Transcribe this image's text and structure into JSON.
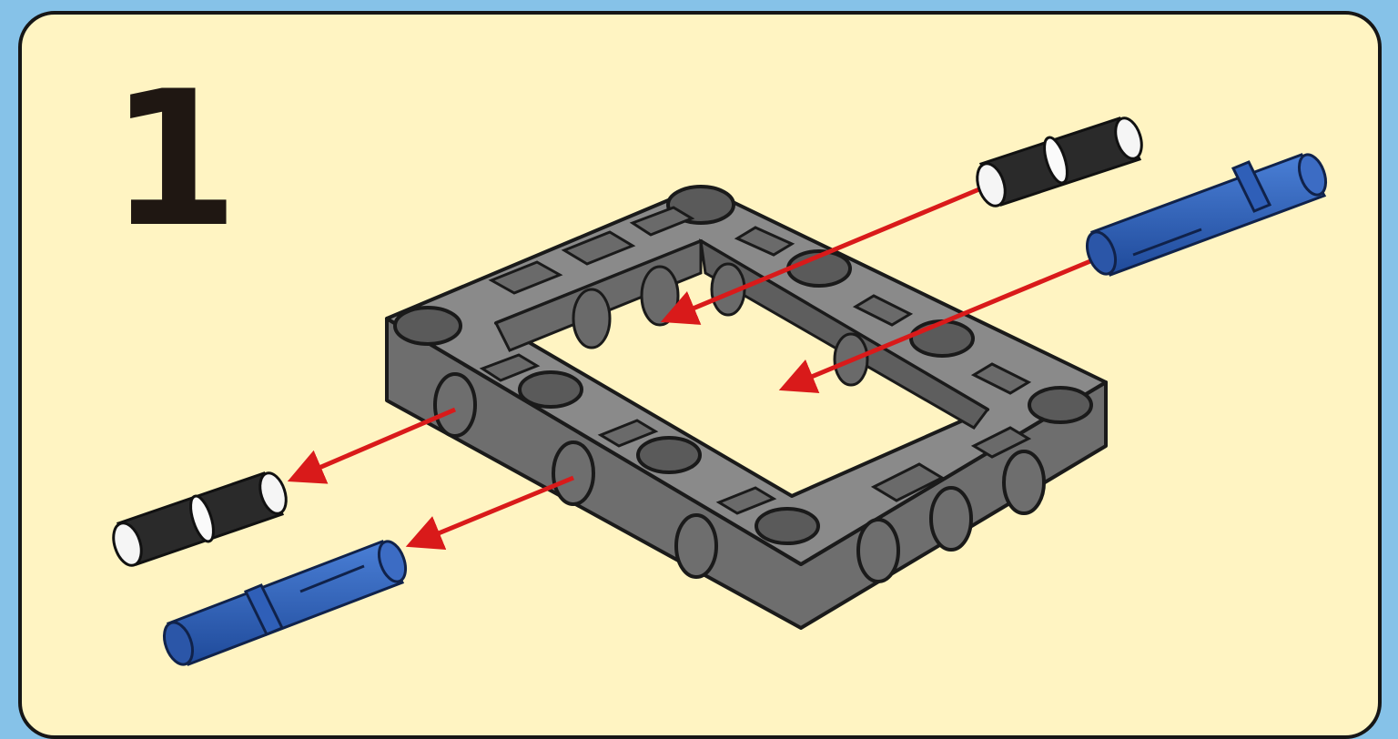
{
  "step": {
    "number": "1"
  },
  "colors": {
    "background": "#86c2e8",
    "panel": "#fff4c2",
    "frame": "#7b7b7b",
    "frame_outline": "#1a1a1a",
    "arrow": "#d91a1a",
    "pin_blue": "#2e5fb5",
    "pin_black": "#2a2a2a"
  },
  "parts": [
    {
      "name": "liftarm-frame-5x7",
      "color": "gray",
      "count": 1
    },
    {
      "name": "friction-pin",
      "color": "black",
      "count": 2
    },
    {
      "name": "long-pin",
      "color": "blue",
      "count": 2
    }
  ]
}
